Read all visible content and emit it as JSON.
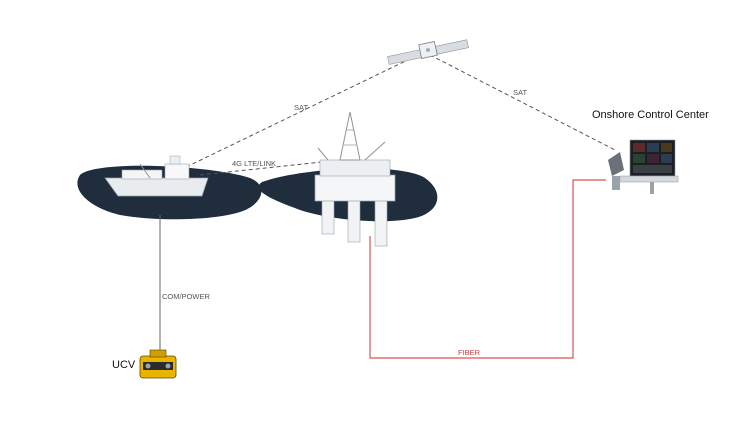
{
  "labels": {
    "sat_left": "SAT",
    "sat_right": "SAT",
    "lte_link": "4G LTE/LINK",
    "com_power": "COM/POWER",
    "fiber": "FIBER",
    "onshore": "Onshore Control Center",
    "ucv": "UCV"
  },
  "colors": {
    "water": "#1f2d3d",
    "fiber_line": "#d9534f",
    "link_dashed": "#555555",
    "tether": "#666666",
    "ucv_body": "#e8b400"
  },
  "icons": [
    "satellite-icon",
    "vessel-icon",
    "oil-rig-icon",
    "control-center-icon",
    "ucv-robot-icon"
  ]
}
